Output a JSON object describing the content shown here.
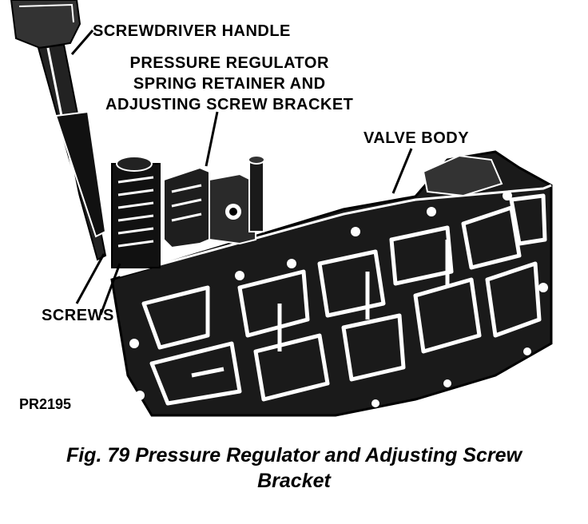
{
  "labels": {
    "handle": "SCREWDRIVER HANDLE",
    "retainer": "PRESSURE REGULATOR\nSPRING RETAINER AND\nADJUSTING SCREW BRACKET",
    "valve_body": "VALVE BODY",
    "screws": "SCREWS",
    "figure_id": "PR2195"
  },
  "caption": {
    "line1": "Fig. 79 Pressure Regulator and Adjusting Screw",
    "line2": "Bracket"
  },
  "colors": {
    "ink": "#000000",
    "paper": "#ffffff"
  }
}
